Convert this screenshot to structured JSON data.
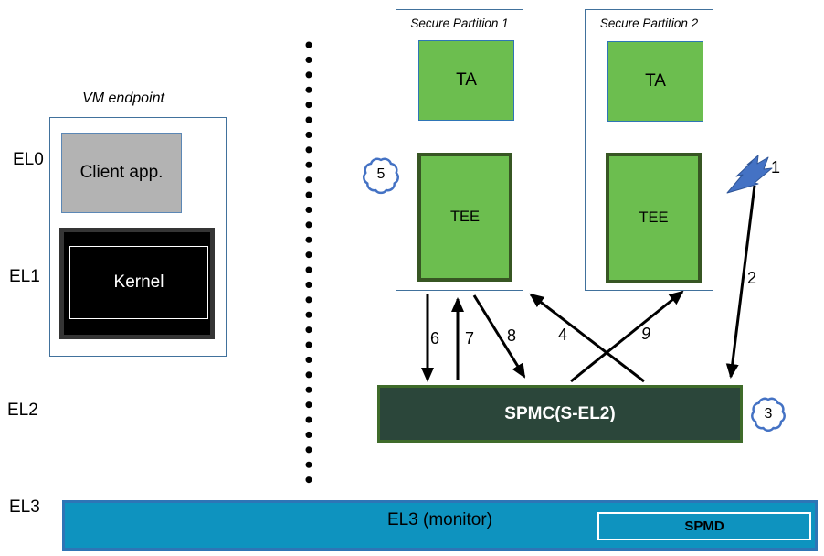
{
  "levels": [
    "EL0",
    "EL1",
    "EL2",
    "EL3"
  ],
  "vm_endpoint": {
    "title": "VM endpoint",
    "client_app_label": "Client app.",
    "kernel_label": "Kernel"
  },
  "partitions": [
    {
      "title": "Secure Partition 1",
      "ta_label": "TA",
      "tee_label": "TEE"
    },
    {
      "title": "Secure Partition 2",
      "ta_label": "TA",
      "tee_label": "TEE"
    }
  ],
  "spmc": {
    "label": "SPMC(S-EL2)"
  },
  "el3_bar": {
    "label": "EL3 (monitor)",
    "spmd_label": "SPMD"
  },
  "flow_labels": {
    "n1": "1",
    "n2": "2",
    "n3": "3",
    "n4": "4",
    "n5": "5",
    "n6": "6",
    "n7": "7",
    "n8": "8",
    "n9": "9"
  },
  "colors": {
    "partition_border": "#41719c",
    "green_fill": "#6cbe4f",
    "tee_border": "#375623",
    "spmc_fill": "#2b463a",
    "spmc_border": "#3f6b2a",
    "el3_fill": "#0e93bf",
    "el3_border": "#2e75b6",
    "annotation_blue": "#4472c4",
    "client_app_fill": "#b3b3b3",
    "arrow_color": "#000000"
  }
}
